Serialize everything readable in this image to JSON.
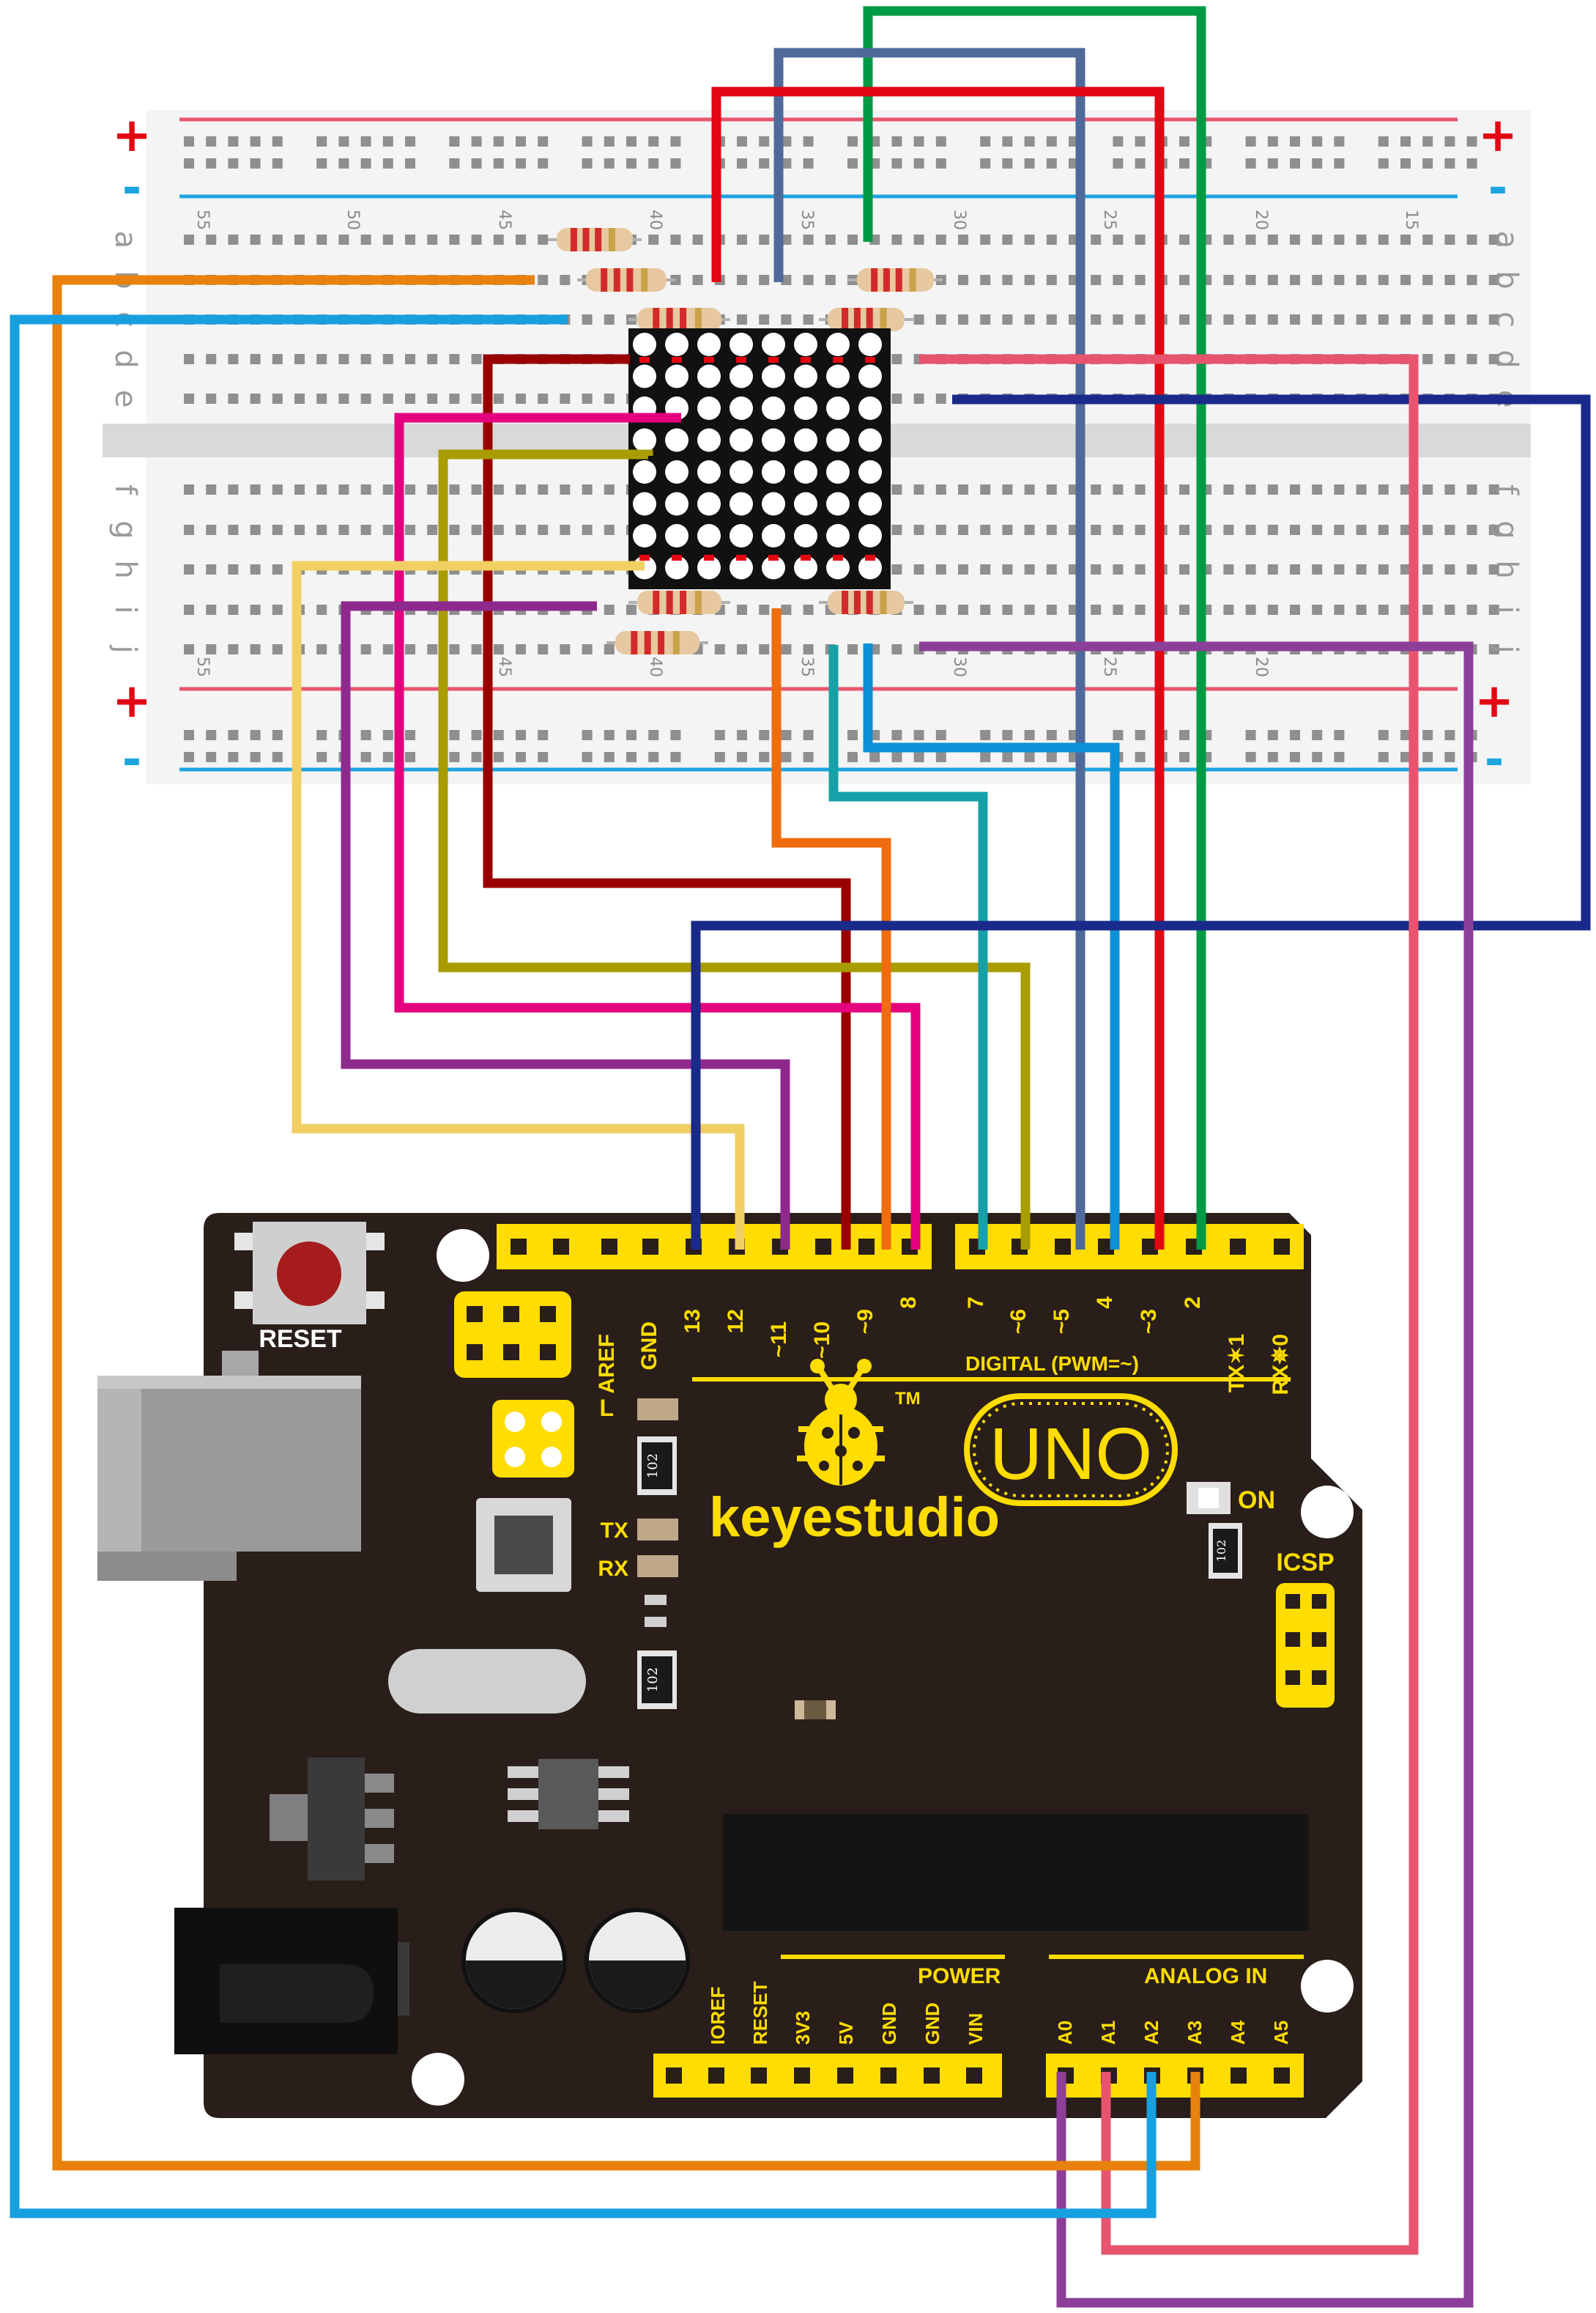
{
  "breadboard": {
    "rail_plus": "+",
    "rail_minus": "-",
    "row_letters_top": [
      "a",
      "b",
      "c",
      "d",
      "e"
    ],
    "row_letters_bottom": [
      "f",
      "g",
      "h",
      "i",
      "j"
    ],
    "column_numbers_top": [
      "55",
      "50",
      "45",
      "40",
      "35",
      "30",
      "25",
      "20",
      "15"
    ],
    "column_numbers_bottom": [
      "55",
      "45",
      "40",
      "35",
      "30",
      "25",
      "20"
    ]
  },
  "board": {
    "reset_label": "RESET",
    "brand": "keyestudio",
    "model": "UNO",
    "trademark": "TM",
    "on_label": "ON",
    "icsp_label": "ICSP",
    "led_labels": {
      "l": "L",
      "tx": "TX",
      "rx": "RX"
    },
    "resistor_code": "102",
    "digital_header_label": "DIGITAL (PWM=~)",
    "digital_pins": [
      "AREF",
      "GND",
      "13",
      "12",
      "~11",
      "~10",
      "~9",
      "8",
      "7",
      "~6",
      "~5",
      "4",
      "~3",
      "2",
      "TX✶1",
      "RX✵0"
    ],
    "power_header_label": "POWER",
    "power_pins": [
      "IOREF",
      "RESET",
      "3V3",
      "5V",
      "GND",
      "GND",
      "VIN"
    ],
    "analog_header_label": "ANALOG IN",
    "analog_pins": [
      "A0",
      "A1",
      "A2",
      "A3",
      "A4",
      "A5"
    ]
  },
  "colors": {
    "board": "#2a1e1a",
    "header": "#ffdd00",
    "wires": {
      "red": "#e30613",
      "green": "#009a44",
      "slate_blue": "#4f6a9a",
      "dark_red": "#990000",
      "pink": "#e5007e",
      "olive": "#a89c00",
      "yellow": "#f2cf63",
      "purple": "#8e2a8e",
      "orange": "#ef6c0f",
      "teal": "#16a1a8",
      "blue": "#0b91d8",
      "navy": "#1a2a8a",
      "salmon": "#e8546e",
      "violet": "#8c3f98",
      "amber": "#e8820c",
      "sky": "#17a0e0"
    }
  }
}
